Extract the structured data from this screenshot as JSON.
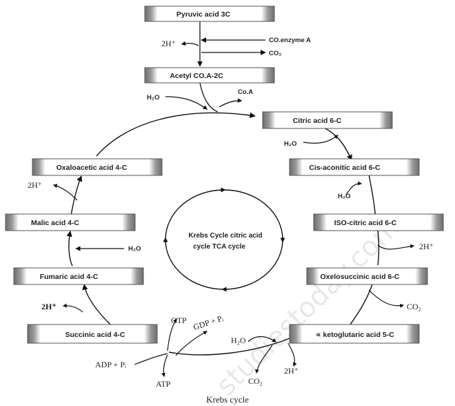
{
  "boxes": {
    "pyruvic": "Pyruvic acid 3C",
    "acetyl": "Acetyl CO.A-2C",
    "citric": "Citric acid 6-C",
    "cis_aconitic": "Cis-aconitic acid 6-C",
    "iso_citric": "ISO-citric acid 6-C",
    "oxalosuccinic": "Oxelosuccinic acid 6-C",
    "ketoglutaric": "∝ ketoglutaric acid 5-C",
    "succinic": "Succinic acid 4-C",
    "fumaric": "Fumaric acid 4-C",
    "malic": "Malic acid 4-C",
    "oxaloacetic": "Oxaloacetic acid 4-C"
  },
  "labels": {
    "co_enzyme_a": "CO.enzyme A",
    "co2_top": "CO₂",
    "h_top": "2H⁺",
    "h2o_acetyl": "H₂O",
    "coa": "Co.A",
    "h2o_citric": "H₂O",
    "h2o_cis": "H₂O",
    "h_iso": "2H⁺",
    "co2_oxalo": "CO₂",
    "h2o_keto": "H₂O",
    "co2_keto": "CO₂",
    "h_keto": "2H⁺",
    "gtp": "GTP",
    "gdp": "GDP + Pᵢ",
    "adp": "ADP + Pᵢ",
    "atp": "ATP",
    "h_succinic": "2H⁺",
    "h2o_malic": "H₂O",
    "h_oxalo": "2H⁺"
  },
  "center": {
    "line1": "Krebs Cycle citric acid",
    "line2": "cycle TCA cycle"
  },
  "caption": "Krebs cycle",
  "watermark": "studiestoday.com"
}
